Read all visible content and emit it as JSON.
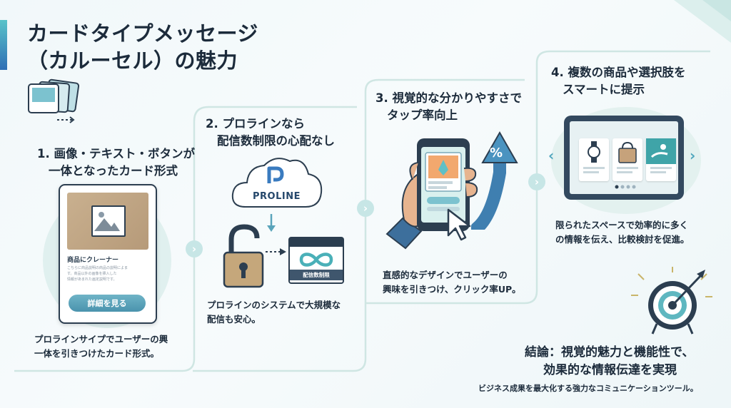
{
  "title": {
    "line1": "カードタイプメッセージ",
    "line2": "（カルーセル）の魅力"
  },
  "steps": [
    {
      "title_line1": "1. 画像・テキスト・ボタンが",
      "title_line2": "一体となったカード形式",
      "desc_line1": "プロラインサイプでユーザーの興",
      "desc_line2": "一体を引きつけたカード形式。"
    },
    {
      "title_line1": "2. プロラインなら",
      "title_line2": "配信数制限の心配なし",
      "desc_line1": "プロラインのシステムで大規模な",
      "desc_line2": "配信も安心。"
    },
    {
      "title_line1": "3. 視覚的な分かりやすさで",
      "title_line2": "タップ率向上",
      "desc_line1": "直感的なデザインでユーザーの",
      "desc_line2": "興味を引きつけ、クリック率UP。"
    },
    {
      "title_line1": "4. 複数の商品や選択肢を",
      "title_line2": "スマートに提示",
      "desc_line1": "限られたスペースで効率的に多く",
      "desc_line2": "の情報を伝え、比較検討を促進。"
    }
  ],
  "card": {
    "title": "商品にクレーナー",
    "body_line1": "こちらに商品説明の商品の説明によま",
    "body_line2": "す。商品以外の画像を挿入した",
    "body_line3": "情報があまれた画定説明です。",
    "button_label": "詳細を見る"
  },
  "cloud": {
    "brand_letter": "P",
    "label": "PROLINE"
  },
  "browser": {
    "label": "配信数制限"
  },
  "phone": {
    "percent_symbol": "%"
  },
  "conclusion": {
    "line1": "結論：視覚的魅力と機能性で、",
    "line2": "効果的な情報伝達を実現",
    "sub": "ビジネス成果を最大化する強力なコミュニケーションツール。"
  },
  "chevron_glyph": "›",
  "tablet_arrows": {
    "left": "‹",
    "right": "›"
  },
  "colors": {
    "accent_teal": "#58c3c9",
    "accent_blue": "#2f6fb5",
    "flow_line": "#cfe6e3",
    "dark_navy": "#2c3e50",
    "button": "#5aa4bb"
  }
}
